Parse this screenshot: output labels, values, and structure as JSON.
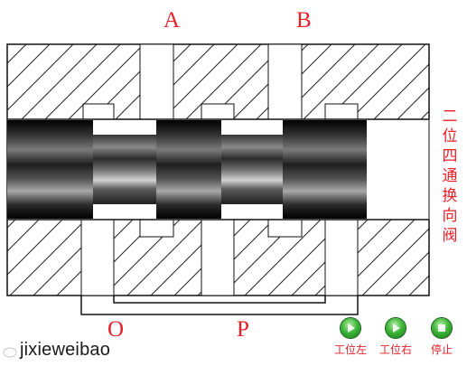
{
  "ports": {
    "a": "A",
    "b": "B",
    "o": "O",
    "p": "P"
  },
  "title_vertical": "二位四通换向阀",
  "controls": [
    {
      "label": "工位左",
      "icon": "play-icon"
    },
    {
      "label": "工位右",
      "icon": "play-icon"
    },
    {
      "label": "停止",
      "icon": "stop-icon"
    }
  ],
  "watermark": "jixieweibao",
  "colors": {
    "label_red": "#e8202a",
    "button_green": "#3fb53a"
  }
}
